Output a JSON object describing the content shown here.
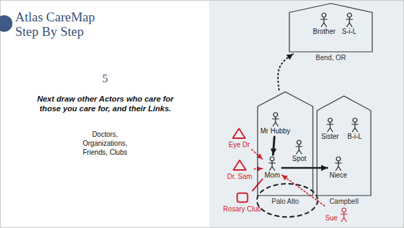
{
  "diagram": {
    "title": "Atlas CareMap Step By Step",
    "nodes": [
      {
        "text": [
          "Bend, OR"
        ]
      },
      {
        "text": [
          "Brother"
        ],
        "in": 0
      },
      {
        "text": [
          "S-i-L"
        ],
        "in": 0
      },
      {
        "text": [
          "Eye Dr"
        ]
      },
      {
        "text": [
          "Palo Alto"
        ]
      },
      {
        "text": [
          "Mr Hubby"
        ],
        "in": 4
      },
      {
        "text": [
          "Spot"
        ],
        "in": 4
      },
      {
        "text": [
          "Mom"
        ],
        "in": 4
      },
      {
        "text": [
          "Dr. Sam"
        ]
      },
      {
        "text": [
          "Campbell"
        ]
      },
      {
        "text": [
          "Sister"
        ],
        "in": 9
      },
      {
        "text": [
          "B-i-L"
        ],
        "in": 9
      },
      {
        "text": [
          "Niece"
        ],
        "in": 9
      },
      {
        "text": [
          "Rosary Club"
        ]
      },
      {
        "text": [
          "Sue"
        ]
      }
    ],
    "edges": [
      {
        "from": 4,
        "to": 0,
        "arrow": "to"
      },
      {
        "from": 3,
        "to": 7,
        "arrow": "to"
      },
      {
        "from": 8,
        "to": 7,
        "arrow": "to"
      },
      {
        "from": 13,
        "to": 7,
        "arrow": "none"
      },
      {
        "from": 14,
        "to": 7,
        "arrow": "to"
      },
      {
        "from": 5,
        "to": 7,
        "arrow": "to"
      },
      {
        "from": 7,
        "to": 12,
        "arrow": "to"
      }
    ],
    "labels": [
      "5",
      "Next draw other Actors who care for those you care for, and their Links.",
      "Doctors, Organizations, Friends, Clubs"
    ]
  }
}
